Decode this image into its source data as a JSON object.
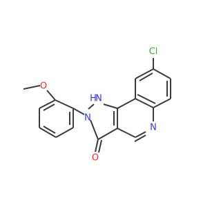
{
  "molecule": {
    "atoms": {
      "chlorine": {
        "label": "Cl",
        "color": "#33b533"
      },
      "nh": {
        "label": "N",
        "h_label": "H",
        "color": "#3333ff"
      },
      "n_pyrazole": {
        "label": "N",
        "color": "#3333ff"
      },
      "n_quinoline": {
        "label": "N",
        "color": "#3333ff"
      },
      "o_carbonyl": {
        "label": "O",
        "color": "#ff2a2a"
      },
      "o_methoxy": {
        "label": "O",
        "color": "#ff2a2a"
      }
    },
    "bond_color": "#3a3a3a"
  }
}
